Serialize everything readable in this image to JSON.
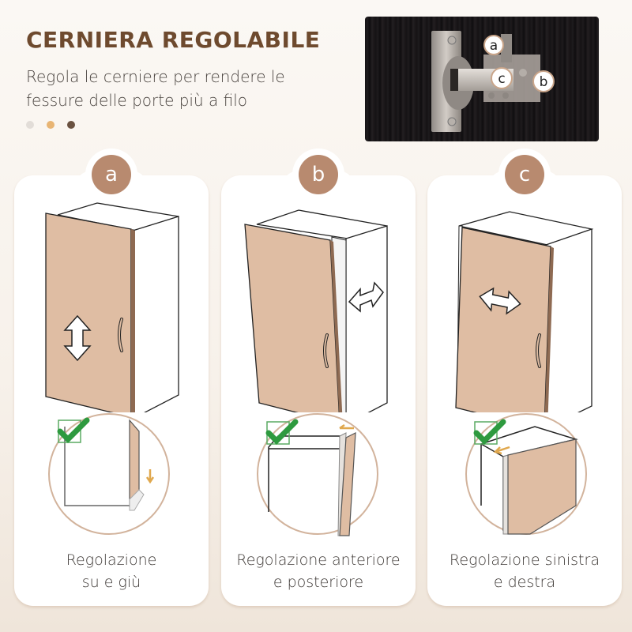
{
  "header": {
    "title": "CERNIERA REGOLABILE",
    "subtitle": "Regola le cerniere per rendere le fessure delle porte più a filo",
    "color_dots": [
      "#e2ddd8",
      "#e8b574",
      "#6a5241"
    ]
  },
  "photo": {
    "alt": "hinge-photo",
    "labels": [
      "a",
      "b",
      "c"
    ]
  },
  "colors": {
    "title": "#6e4a2e",
    "badge": "#b88a6f",
    "door": "#dfbda3",
    "check": "#2e9a3f",
    "arrow_accent": "#e0a84e"
  },
  "cards": [
    {
      "badge": "a",
      "caption_line1": "Regolazione",
      "caption_line2": "su e giù",
      "arrow": "vertical"
    },
    {
      "badge": "b",
      "caption_line1": "Regolazione anteriore",
      "caption_line2": "e posteriore",
      "arrow": "depth"
    },
    {
      "badge": "c",
      "caption_line1": "Regolazione sinistra",
      "caption_line2": "e destra",
      "arrow": "horizontal"
    }
  ]
}
